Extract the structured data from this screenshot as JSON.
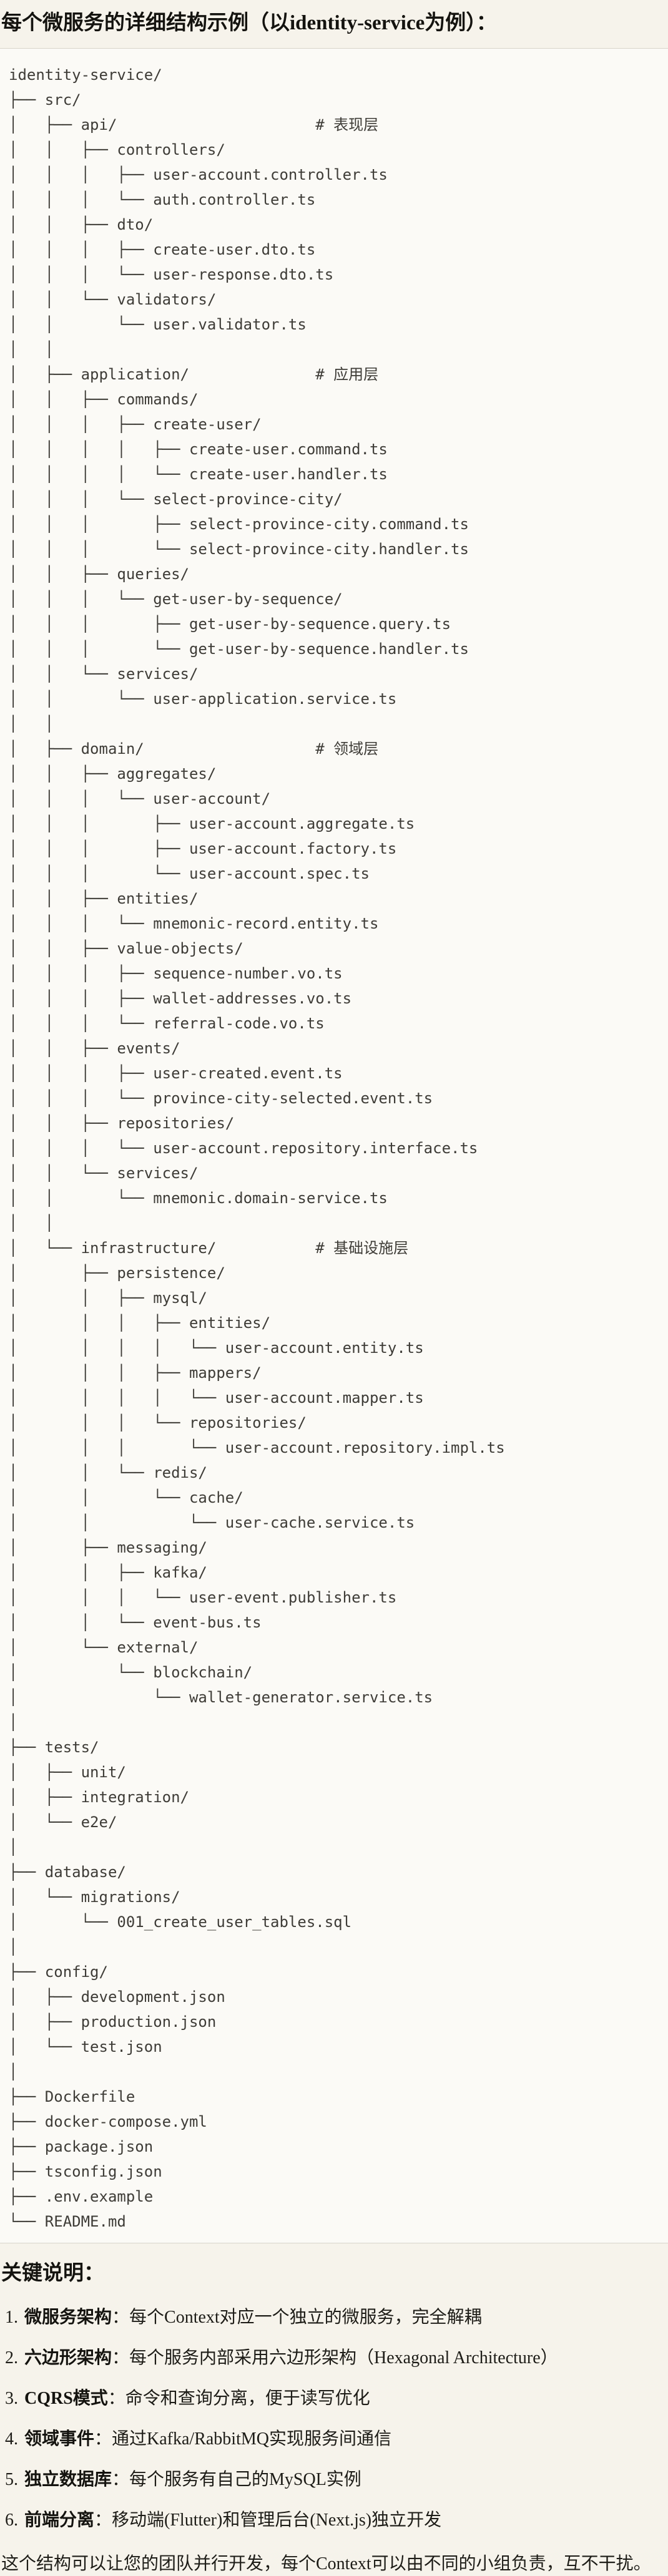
{
  "page": {
    "title": "每个微服务的详细结构示例（以identity-service为例）："
  },
  "colors": {
    "page_bg": "#f6f3eb",
    "code_bg": "#fbfaf6",
    "border": "#d8d5cb",
    "heading_text": "#14130f",
    "code_text": "#3e3c37"
  },
  "code_block": {
    "lines": [
      "identity-service/",
      "├── src/",
      "│   ├── api/                      # 表现层",
      "│   │   ├── controllers/",
      "│   │   │   ├── user-account.controller.ts",
      "│   │   │   └── auth.controller.ts",
      "│   │   ├── dto/",
      "│   │   │   ├── create-user.dto.ts",
      "│   │   │   └── user-response.dto.ts",
      "│   │   └── validators/",
      "│   │       └── user.validator.ts",
      "│   │",
      "│   ├── application/              # 应用层",
      "│   │   ├── commands/",
      "│   │   │   ├── create-user/",
      "│   │   │   │   ├── create-user.command.ts",
      "│   │   │   │   └── create-user.handler.ts",
      "│   │   │   └── select-province-city/",
      "│   │   │       ├── select-province-city.command.ts",
      "│   │   │       └── select-province-city.handler.ts",
      "│   │   ├── queries/",
      "│   │   │   └── get-user-by-sequence/",
      "│   │   │       ├── get-user-by-sequence.query.ts",
      "│   │   │       └── get-user-by-sequence.handler.ts",
      "│   │   └── services/",
      "│   │       └── user-application.service.ts",
      "│   │",
      "│   ├── domain/                   # 领域层",
      "│   │   ├── aggregates/",
      "│   │   │   └── user-account/",
      "│   │   │       ├── user-account.aggregate.ts",
      "│   │   │       ├── user-account.factory.ts",
      "│   │   │       └── user-account.spec.ts",
      "│   │   ├── entities/",
      "│   │   │   └── mnemonic-record.entity.ts",
      "│   │   ├── value-objects/",
      "│   │   │   ├── sequence-number.vo.ts",
      "│   │   │   ├── wallet-addresses.vo.ts",
      "│   │   │   └── referral-code.vo.ts",
      "│   │   ├── events/",
      "│   │   │   ├── user-created.event.ts",
      "│   │   │   └── province-city-selected.event.ts",
      "│   │   ├── repositories/",
      "│   │   │   └── user-account.repository.interface.ts",
      "│   │   └── services/",
      "│   │       └── mnemonic.domain-service.ts",
      "│   │",
      "│   └── infrastructure/           # 基础设施层",
      "│       ├── persistence/",
      "│       │   ├── mysql/",
      "│       │   │   ├── entities/",
      "│       │   │   │   └── user-account.entity.ts",
      "│       │   │   ├── mappers/",
      "│       │   │   │   └── user-account.mapper.ts",
      "│       │   │   └── repositories/",
      "│       │   │       └── user-account.repository.impl.ts",
      "│       │   └── redis/",
      "│       │       └── cache/",
      "│       │           └── user-cache.service.ts",
      "│       ├── messaging/",
      "│       │   ├── kafka/",
      "│       │   │   └── user-event.publisher.ts",
      "│       │   └── event-bus.ts",
      "│       └── external/",
      "│           └── blockchain/",
      "│               └── wallet-generator.service.ts",
      "│",
      "├── tests/",
      "│   ├── unit/",
      "│   ├── integration/",
      "│   └── e2e/",
      "│",
      "├── database/",
      "│   └── migrations/",
      "│       └── 001_create_user_tables.sql",
      "│",
      "├── config/",
      "│   ├── development.json",
      "│   ├── production.json",
      "│   └── test.json",
      "│",
      "├── Dockerfile",
      "├── docker-compose.yml",
      "├── package.json",
      "├── tsconfig.json",
      "├── .env.example",
      "└── README.md"
    ]
  },
  "notes": {
    "heading": "关键说明：",
    "items": [
      {
        "num": "1.",
        "label": "微服务架构",
        "text": "：每个Context对应一个独立的微服务，完全解耦"
      },
      {
        "num": "2.",
        "label": "六边形架构",
        "text": "：每个服务内部采用六边形架构（Hexagonal Architecture）"
      },
      {
        "num": "3.",
        "label": "CQRS模式",
        "text": "：命令和查询分离，便于读写优化"
      },
      {
        "num": "4.",
        "label": "领域事件",
        "text": "：通过Kafka/RabbitMQ实现服务间通信"
      },
      {
        "num": "5.",
        "label": "独立数据库",
        "text": "：每个服务有自己的MySQL实例"
      },
      {
        "num": "6.",
        "label": "前端分离",
        "text": "：移动端(Flutter)和管理后台(Next.js)独立开发"
      }
    ],
    "footer": "这个结构可以让您的团队并行开发，每个Context可以由不同的小组负责，互不干扰。"
  }
}
